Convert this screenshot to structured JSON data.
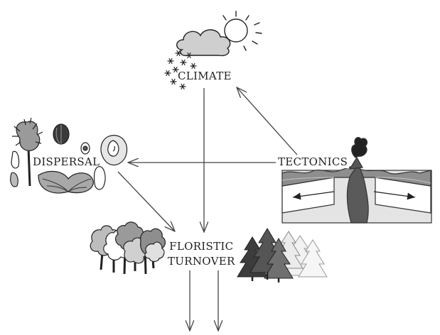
{
  "labels": {
    "climate": "CLIMATE",
    "dispersal": "DISPERSAL",
    "tectonics": "TECTONICS",
    "floristic_line1": "FLORISTIC",
    "floristic_line2": "TURNOVER"
  },
  "icons": {
    "climate": "sun-cloud-snow-icon",
    "dispersal": "seeds-fruits-icon",
    "tectonics": "plate-volcano-icon",
    "floristic_left": "deciduous-trees-icon",
    "floristic_right": "conifer-trees-icon"
  },
  "edges": [
    {
      "from": "tectonics",
      "to": "climate"
    },
    {
      "from": "tectonics",
      "to": "dispersal"
    },
    {
      "from": "climate",
      "to": "floristic_turnover"
    },
    {
      "from": "dispersal",
      "to": "floristic_turnover"
    },
    {
      "from": "floristic_turnover",
      "to": "output_1"
    },
    {
      "from": "floristic_turnover",
      "to": "output_2"
    }
  ],
  "colors": {
    "line": "#444444",
    "ink": "#1f1f1f",
    "plate_light": "#e4e4e4",
    "plate_mid": "#b8b8b8",
    "plate_dark": "#5a5a5a"
  }
}
